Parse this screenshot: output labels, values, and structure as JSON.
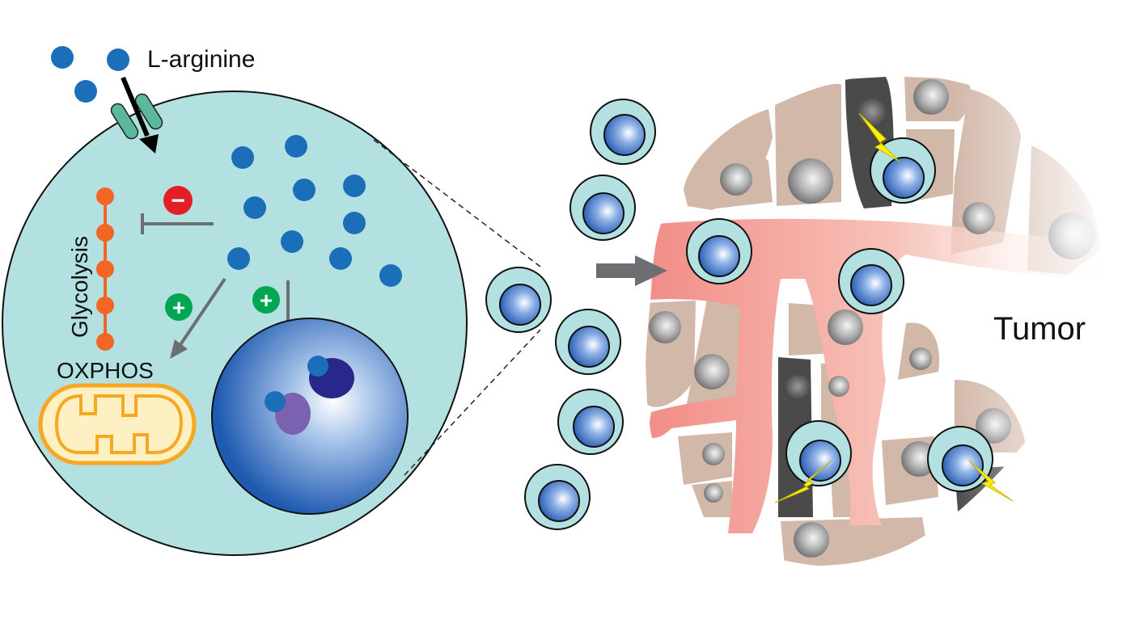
{
  "labels": {
    "l_arginine": "L-arginine",
    "glycolysis": "Glycolysis",
    "oxphos": "OXPHOS",
    "tumor": "Tumor"
  },
  "symbols": {
    "inhibit": "−",
    "promote": "+"
  },
  "colors": {
    "cell_fill": "#b3e0e0",
    "arginine_dot": "#1b6fb8",
    "glycolysis_chain": "#f26522",
    "inhibit_badge": "#e31e24",
    "promote_badge": "#00a651",
    "mitochondrion_fill": "#fdf0c2",
    "mitochondrion_stroke": "#f7a823",
    "transporter": "#5bb89a",
    "tumor_cell": "#d2b8a9",
    "damaged_tumor_cell": "#4a4a4a",
    "blood_vessel": "#f4a09a",
    "lightning": "#fff200"
  },
  "icons": [
    "transporter-icon",
    "mitochondrion-icon",
    "nucleus-icon",
    "lightning-icon",
    "arrow-icon"
  ]
}
